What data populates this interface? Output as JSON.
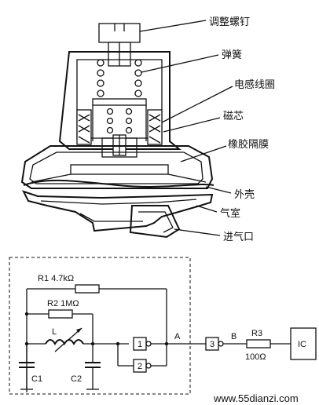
{
  "sensor": {
    "labels": {
      "adjust_screw": "调整螺钉",
      "spring": "弹簧",
      "inductor_coil": "电感线圈",
      "magnetic_core": "磁芯",
      "rubber_diaphragm": "橡胶隔膜",
      "housing": "外壳",
      "air_chamber": "气室",
      "air_inlet": "进气口"
    }
  },
  "circuit": {
    "r1_label": "R1  4.7kΩ",
    "r2_label": "R2  1MΩ",
    "inductor_label": "L",
    "c1_label": "C1",
    "c2_label": "C2",
    "gate1": "1",
    "gate2": "2",
    "gate3": "3",
    "node_a": "A",
    "node_b": "B",
    "r3_label": "R3",
    "r3_value": "100Ω",
    "ic_label": "IC"
  },
  "watermark": "www.55dianzi.com"
}
